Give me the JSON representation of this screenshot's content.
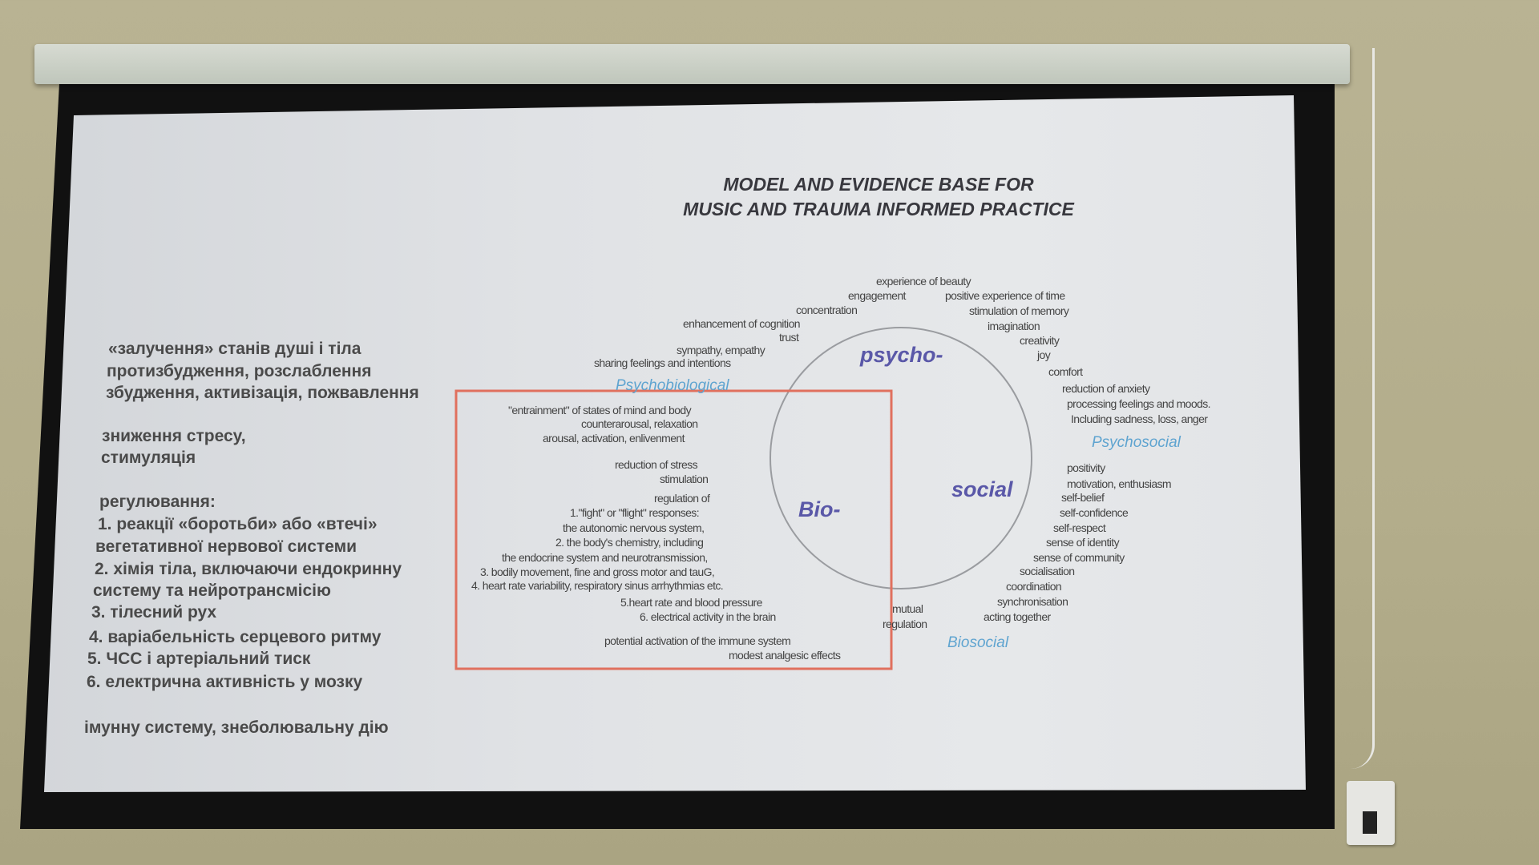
{
  "title": {
    "line1": "MODEL AND EVIDENCE BASE FOR",
    "line2": "MUSIC AND TRAUMA INFORMED PRACTICE"
  },
  "colors": {
    "box": "#e0705e",
    "circle": "#9a9ca0",
    "region_label": "#5fa4d0",
    "core_label": "#5a58a8"
  },
  "core_labels": {
    "psycho": "psycho-",
    "bio": "Bio-",
    "social": "social"
  },
  "region_labels": {
    "psychobiological": "Psychobiological",
    "psychosocial": "Psychosocial",
    "biosocial": "Biosocial"
  },
  "psycho_items": [
    "experience of beauty",
    "engagement",
    "positive experience of time",
    "concentration",
    "stimulation of memory",
    "enhancement of cognition",
    "imagination",
    "trust",
    "creativity",
    "sympathy, empathy",
    "joy",
    "sharing feelings and intentions",
    "comfort",
    "reduction of anxiety",
    "processing feelings and moods.",
    "Including sadness, loss, anger"
  ],
  "bio_items": [
    "\"entrainment\" of states of mind and body",
    "counterarousal, relaxation",
    "arousal, activation, enlivenment",
    "reduction of stress",
    "stimulation",
    "regulation of",
    "1.\"fight\" or \"flight\" responses:",
    "the autonomic nervous system,",
    "2. the body's chemistry, including",
    "the endocrine system and neurotransmission,",
    "3. bodily movement, fine and gross motor and tauG,",
    "4. heart rate variability, respiratory sinus arrhythmias etc.",
    "5.heart rate and blood pressure",
    "6. electrical activity in the brain",
    "potential activation of the immune system",
    "modest analgesic effects"
  ],
  "biosocial_items": [
    "mutual",
    "regulation"
  ],
  "social_items": [
    "positivity",
    "motivation, enthusiasm",
    "self-belief",
    "self-confidence",
    "self-respect",
    "sense of identity",
    "sense of community",
    "socialisation",
    "coordination",
    "synchronisation",
    "acting together"
  ],
  "ukrainian_notes": [
    "«залучення» станів душі і тіла",
    "протизбудження, розслаблення",
    "збудження, активізація, пожвавлення",
    "зниження стресу,",
    "стимуляція",
    "регулювання:",
    "1. реакції «боротьби» або «втечі»",
    "вегетативної нервової системи",
    "2. хімія тіла, включаючи ендокринну",
    "систему та нейротрансмісію",
    "3. тілесний рух",
    "4. варіабельність серцевого ритму",
    "5. ЧСС і артеріальний тиск",
    "6. електрична активність у мозку",
    "імунну систему, знеболювальну дію"
  ]
}
